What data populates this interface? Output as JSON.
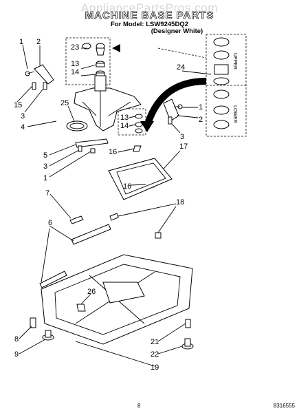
{
  "header": {
    "watermark": "AppliancePartsPros.com",
    "title": "MACHINE BASE PARTS",
    "model_line": "For Model: LSW9245DQ2",
    "variant": "(Designer White)"
  },
  "callouts": [
    "1",
    "2",
    "3",
    "4",
    "5",
    "6",
    "7",
    "8",
    "9",
    "13",
    "14",
    "15",
    "16",
    "17",
    "18",
    "19",
    "21",
    "22",
    "23",
    "24",
    "25",
    "26"
  ],
  "side_labels": {
    "upper": "UPPER",
    "lower": "LOWER"
  },
  "footer": {
    "page_number": "8",
    "doc_code": "8316555"
  }
}
